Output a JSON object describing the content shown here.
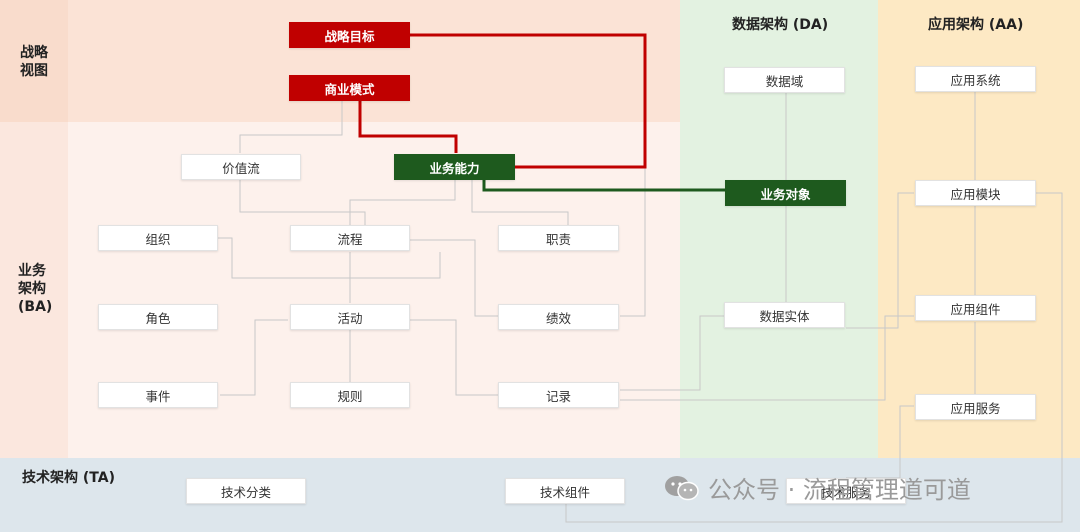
{
  "colors": {
    "strategy_bg": "#fbe3d6",
    "business_bg": "#fdf1ec",
    "data_bg": "#e3f2e1",
    "app_bg": "#fde9c4",
    "tech_bg": "#dde6ec",
    "red_line": "#c00000",
    "green_line": "#1e5a1e",
    "grey_line": "#c8c8c8"
  },
  "zones": {
    "strategy_label": "战略\n视图",
    "business_label": "业务\n架构\n(BA)",
    "data_label": "数据架构 (DA)",
    "app_label": "应用架构 (AA)",
    "tech_label": "技术架构 (TA)"
  },
  "strategy": {
    "goal": "战略目标",
    "model": "商业模式"
  },
  "business": {
    "value_stream": "价值流",
    "capability": "业务能力",
    "organization": "组织",
    "process": "流程",
    "responsibility": "职责",
    "role": "角色",
    "activity": "活动",
    "performance": "绩效",
    "event": "事件",
    "rule": "规则",
    "record": "记录"
  },
  "data": {
    "domain": "数据域",
    "business_object": "业务对象",
    "entity": "数据实体"
  },
  "app": {
    "system": "应用系统",
    "module": "应用模块",
    "component": "应用组件",
    "service": "应用服务"
  },
  "tech": {
    "classification": "技术分类",
    "component": "技术组件",
    "service": "技术服务"
  },
  "watermark": {
    "text": "公众号 · 流程管理道可道",
    "icon": "wechat-icon"
  }
}
